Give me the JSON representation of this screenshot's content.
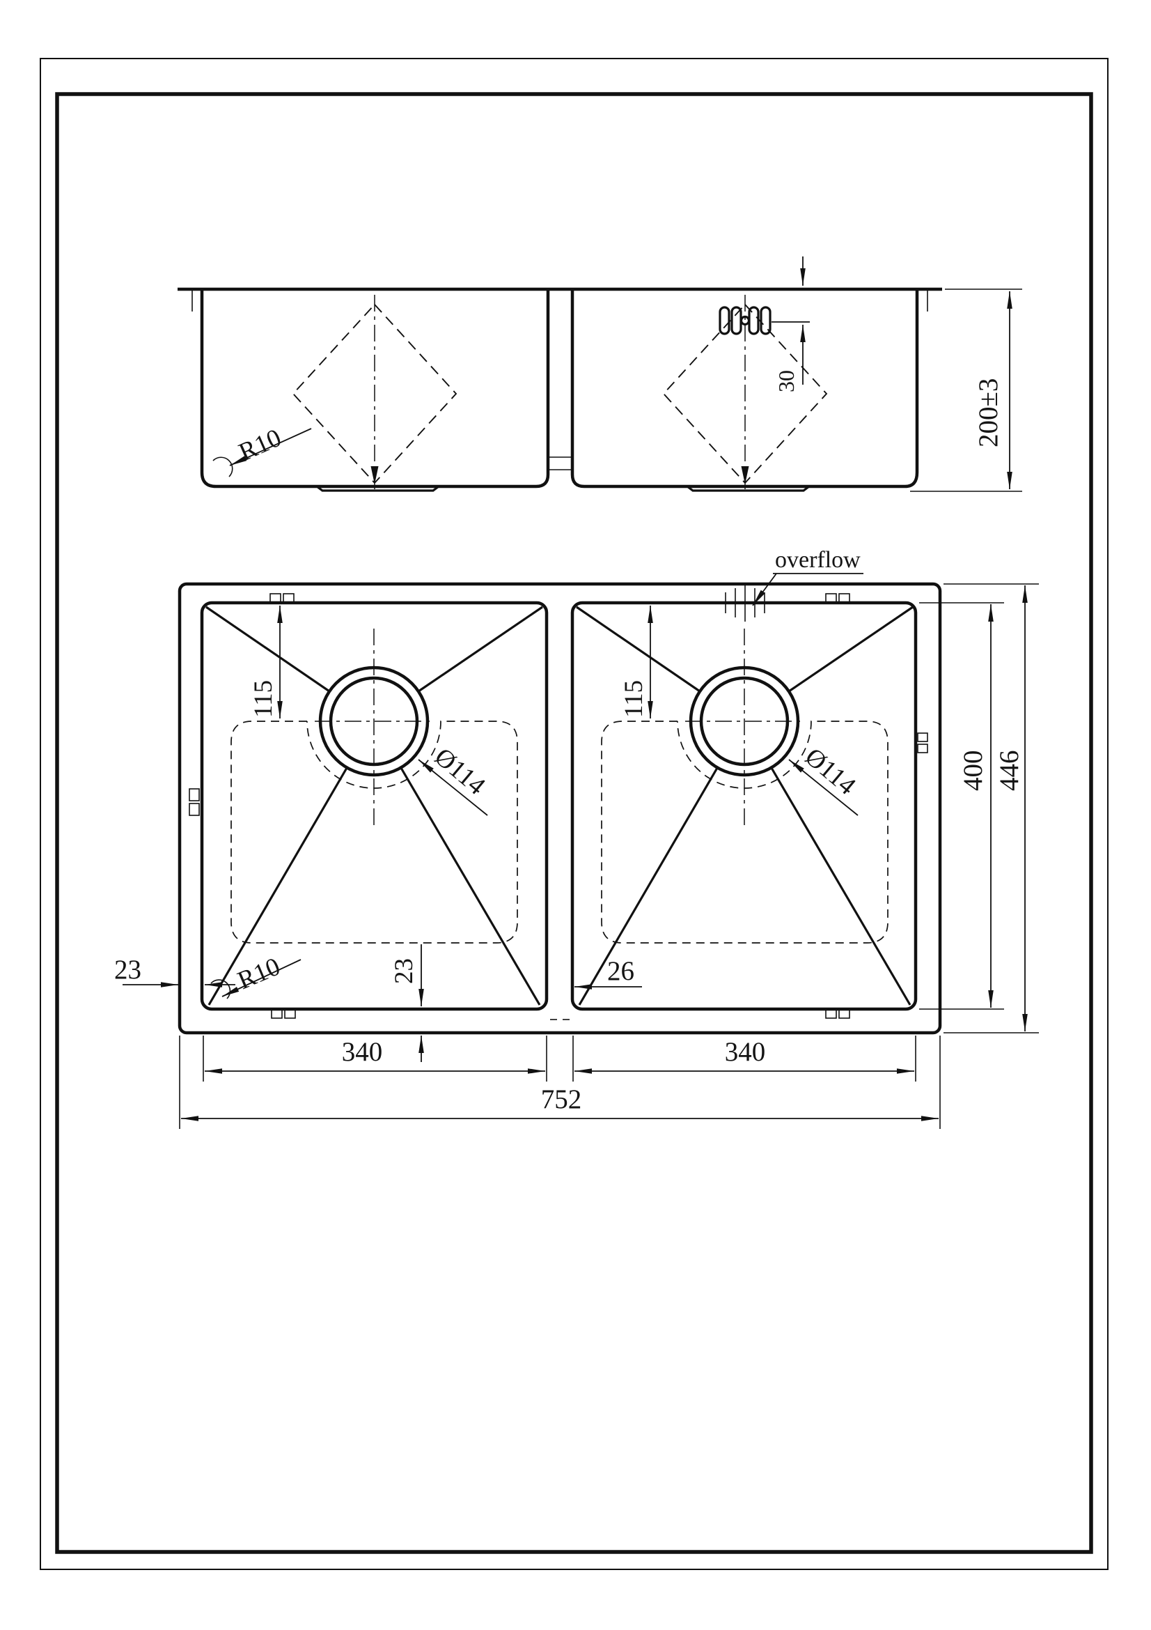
{
  "page": {
    "background": "#ffffff",
    "line_color": "#111111"
  },
  "labels": {
    "overflow": "overflow",
    "side_view": {
      "depth": "200±3",
      "overflow_offset": "30",
      "corner_radius": "R10"
    },
    "plan_view": {
      "drain_offset_left": "115",
      "drain_offset_right": "115",
      "drain_diameter_left": "Ø114",
      "drain_diameter_right": "Ø114",
      "bowl_length": "400",
      "overall_length": "446",
      "rim_side": "23",
      "rim_bottom": "23",
      "corner_radius": "R10",
      "divider_width": "26",
      "bowl_width_left": "340",
      "bowl_width_right": "340",
      "overall_width": "752"
    }
  }
}
